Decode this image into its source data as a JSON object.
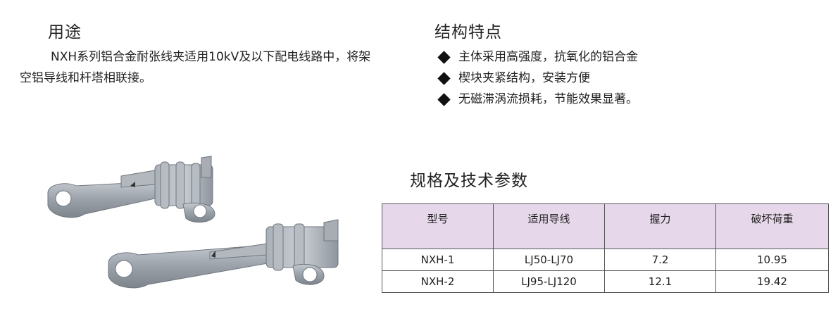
{
  "usage": {
    "title": "用途",
    "text": "NXH系列铝合金耐张线夹适用10kV及以下配电线路中，将架空铝导线和杆塔相联接。"
  },
  "features": {
    "title": "结构特点",
    "items": [
      "主体采用高强度，抗氧化的铝合金",
      "楔块夹紧结构，安装方便",
      "无磁滞涡流损耗，节能效果显著。"
    ]
  },
  "specs": {
    "title": "规格及技术参数",
    "headers": [
      "型号",
      "适用导线",
      "握力",
      "破坏荷重"
    ],
    "rows": [
      [
        "NXH-1",
        "LJ50-LJ70",
        "7.2",
        "10.95"
      ],
      [
        "NXH-2",
        "LJ95-LJ120",
        "12.1",
        "19.42"
      ]
    ]
  },
  "colors": {
    "header_bg": "#e6d7ea",
    "metal": "#9aa1a9"
  }
}
